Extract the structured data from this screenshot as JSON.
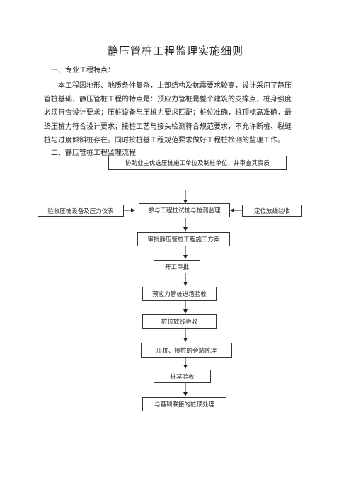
{
  "document": {
    "title": "静压管桩工程监理实施细则",
    "section1": {
      "heading": "一、专业工程特点：",
      "lines": [
        "本工程因地形、地质条件复杂，上部结构及抗震要求较高，设计采用了静压",
        "管桩基础，静压管桩工程的特点是：预应力管桩是整个建筑的支撑点，桩身强度",
        "必须符合设计要求；压桩设备与压桩力要求匹配；桩位准确，桩顶标高准确，最",
        "终压桩力符合设计要求；接桩工艺与接头检测符合规范要求，不允许断桩、裂缝",
        "桩与过度倾斜桩存在。同时按桩基工程规范要求做好工程桩检测的监理工作。"
      ]
    },
    "section2": {
      "heading": "二、静压管桩工程监理流程"
    }
  },
  "flowchart": {
    "steps": [
      "协助业主优选压桩施工单位及制桩单位，并审查其资质",
      "参与工程桩试桩与检测监理",
      "审批静压管桩工程施工方案",
      "开工审批",
      "预应力管桩进场验收",
      "桩位放线验收",
      "压桩、接桩的旁站监理",
      "桩基验收",
      "与基础联接的桩顶处理"
    ],
    "left_box": "验收压桩设备及压力仪表",
    "right_box": "定位放线验收"
  }
}
